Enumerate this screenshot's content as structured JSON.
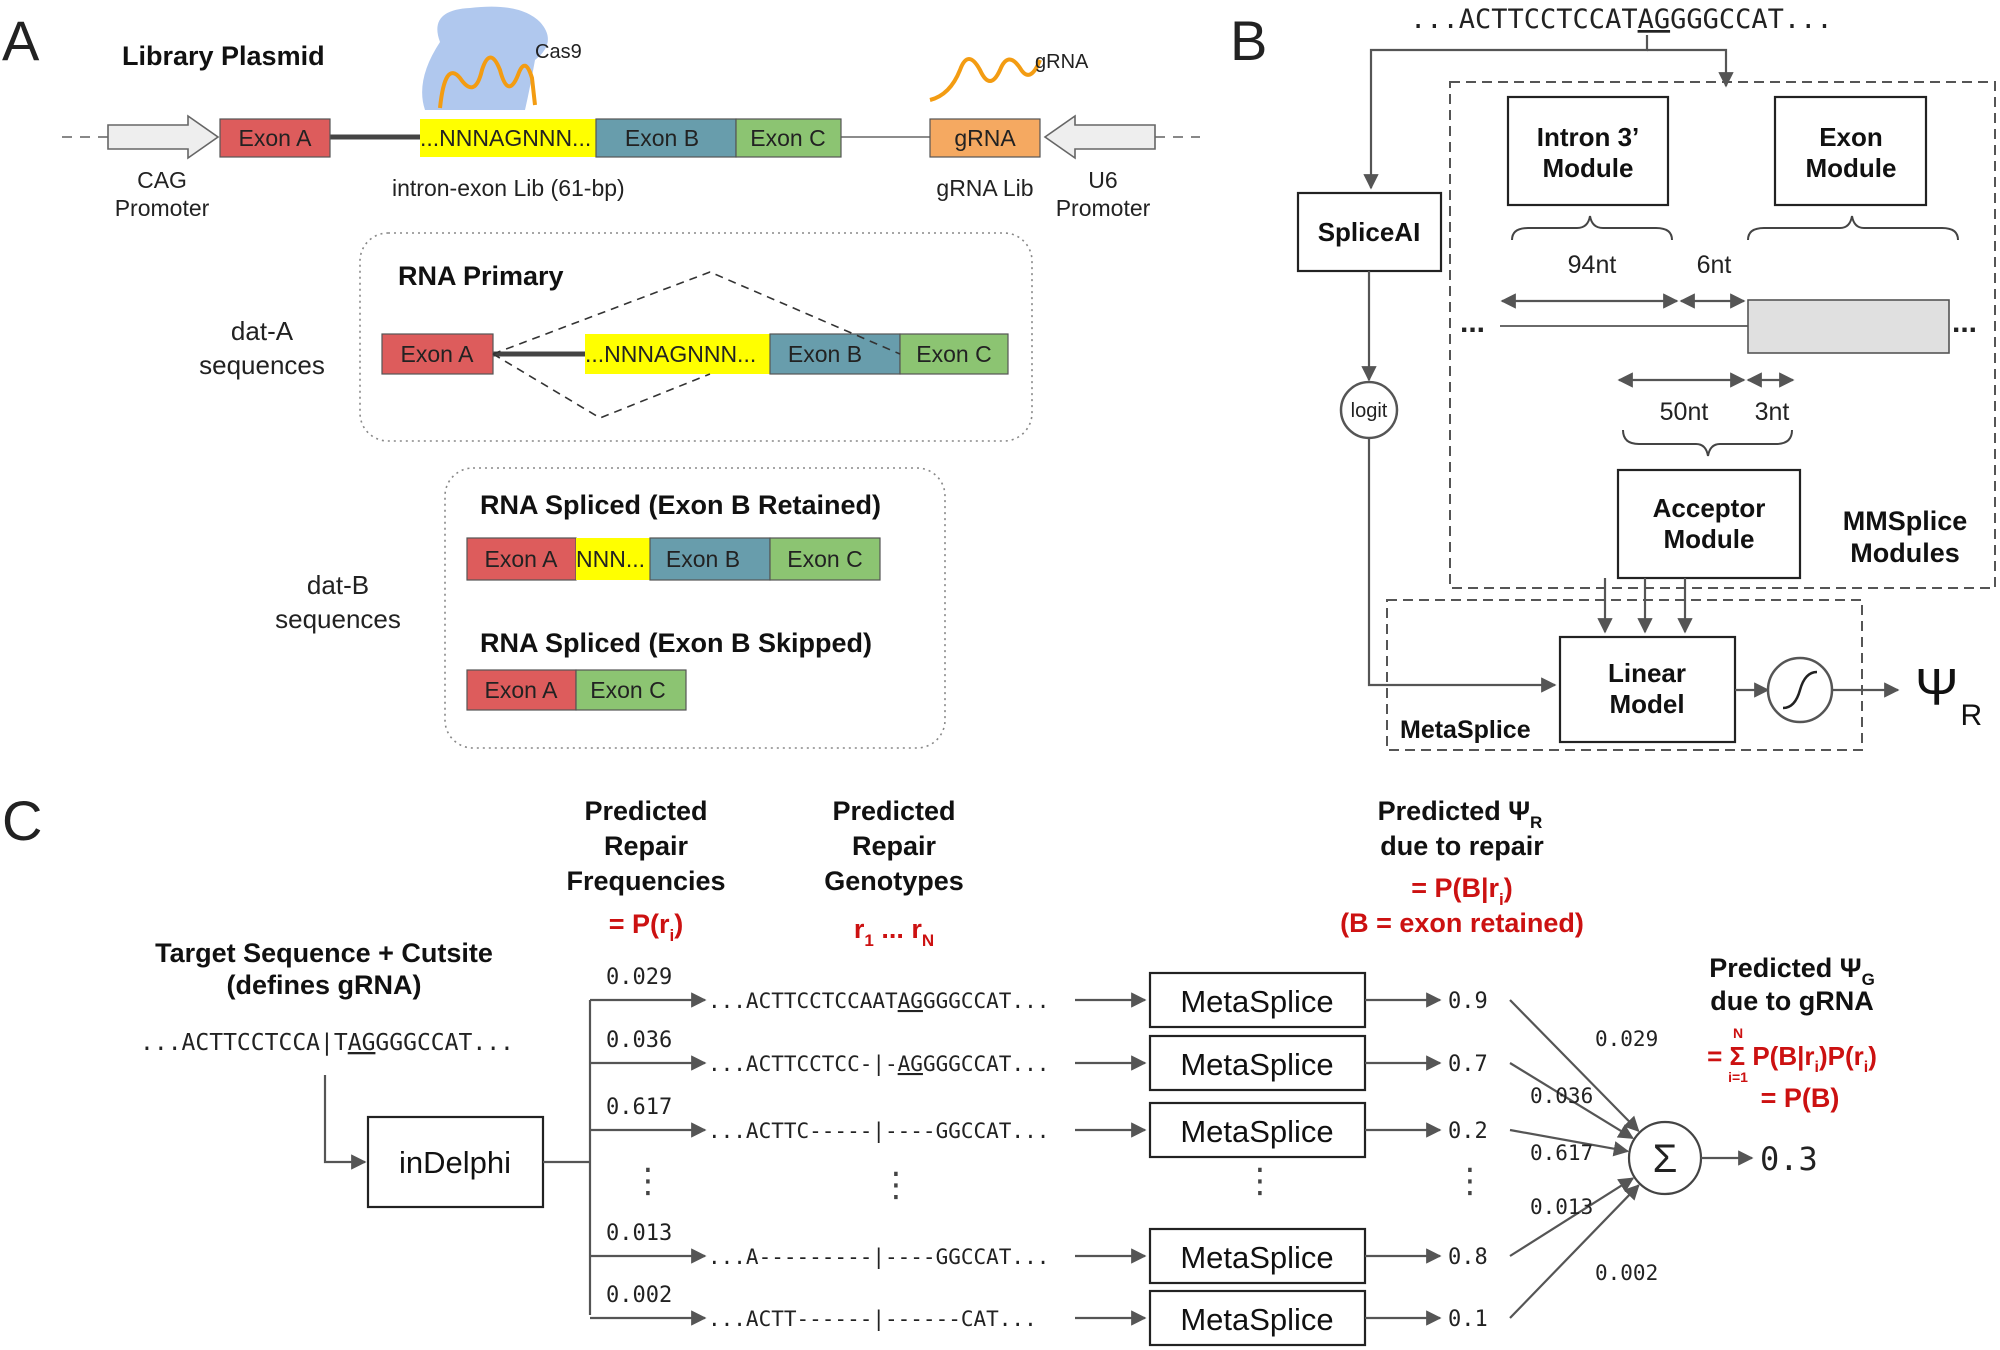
{
  "panel_a": {
    "letter": "A",
    "plasmid_title": "Library Plasmid",
    "cas9": "Cas9",
    "grna_top": "gRNA",
    "exon_a": "Exon A",
    "nnn_long": "...NNNAGNNN...",
    "exon_b": "Exon B",
    "exon_c": "Exon C",
    "grna_box": "gRNA",
    "cag_1": "CAG",
    "cag_2": "Promoter",
    "lib_caption": "intron-exon Lib (61-bp)",
    "grna_lib": "gRNA Lib",
    "u6_1": "U6",
    "u6_2": "Promoter",
    "rna_primary": "RNA Primary",
    "data_a_1": "dat-A",
    "data_a_2": "sequences",
    "rna_retained": "RNA Spliced (Exon B Retained)",
    "nnn_short": "NNN...",
    "rna_skipped": "RNA Spliced (Exon B Skipped)",
    "data_b_1": "dat-B",
    "data_b_2": "sequences"
  },
  "panel_b": {
    "letter": "B",
    "seq_pre": "...ACTTCCTCCAT",
    "seq_ag": "AG",
    "seq_post": "GGGCCAT...",
    "spliceai": "SpliceAI",
    "logit": "logit",
    "intron_1": "Intron 3’",
    "intron_2": "Module",
    "exon_1": "Exon",
    "exon_2": "Module",
    "nt94": "94nt",
    "nt6": "6nt",
    "nt50": "50nt",
    "nt3": "3nt",
    "dots": "...",
    "acceptor_1": "Acceptor",
    "acceptor_2": "Module",
    "mmsplice_1": "MMSplice",
    "mmsplice_2": "Modules",
    "linear_1": "Linear",
    "linear_2": "Model",
    "metasplice": "MetaSplice",
    "psi": "Ψ",
    "psi_sub": "R"
  },
  "panel_c": {
    "letter": "C",
    "target_1": "Target Sequence + Cutsite",
    "target_2": "(defines gRNA)",
    "target_pre": "...ACTTCCTCCA|T",
    "target_ag": "AG",
    "target_post": "GGGCCAT...",
    "indelphi": "inDelphi",
    "freq_h1": "Predicted",
    "freq_h2": "Repair",
    "freq_h3": "Frequencies",
    "freq_eq": "= P(r",
    "freq_sub": "i",
    "freq_close": ")",
    "geno_h1": "Predicted",
    "geno_h2": "Repair",
    "geno_h3": "Genotypes",
    "geno_r1": "r",
    "geno_s1": "1",
    "geno_mid": " ... r",
    "geno_sN": "N",
    "psir_h1": "Predicted Ψ",
    "psir_sub": "R",
    "psir_h2": "due to repair",
    "psir_eq1": "= P(B|r",
    "psir_eq1_sub": "i",
    "psir_eq1_close": ")",
    "psir_eq2": "(B = exon retained)",
    "psig_h1": "Predicted Ψ",
    "psig_sub": "G",
    "psig_h2": "due to gRNA",
    "sum_eq": "= Σ P(B|r",
    "sum_eq_sub": "i",
    "sum_eq_mid": ")P(r",
    "sum_eq_sub2": "i",
    "sum_eq_close": ")",
    "sum_top": "N",
    "sum_bottom": "i=1",
    "pb": "= P(B)",
    "metasplice": "MetaSplice",
    "sigma": "Σ",
    "result": "0.3",
    "vdots": "⋮",
    "rows": [
      {
        "freq": "0.029",
        "geno_pre": "...ACTTCCTCCAAT",
        "geno_ag": "AG",
        "geno_post": "GGGCCAT...",
        "psi": "0.9",
        "weight": "0.029"
      },
      {
        "freq": "0.036",
        "geno_pre": "...ACTTCCTCC-|-",
        "geno_ag": "AG",
        "geno_post": "GGGCCAT...",
        "psi": "0.7",
        "weight": "0.036"
      },
      {
        "freq": "0.617",
        "geno_pre": "...ACTTC-----|----GGCCAT...",
        "geno_ag": "",
        "geno_post": "",
        "psi": "0.2",
        "weight": "0.617"
      },
      {
        "freq": "0.013",
        "geno_pre": "...A---------|----GGCCAT...",
        "geno_ag": "",
        "geno_post": "",
        "psi": "0.8",
        "weight": "0.013"
      },
      {
        "freq": "0.002",
        "geno_pre": "...ACTT------|------CAT...",
        "geno_ag": "",
        "geno_post": "",
        "psi": "0.1",
        "weight": "0.002"
      }
    ]
  },
  "colors": {
    "exon_a": "#dd5c5c",
    "exon_b": "#689dac",
    "exon_c": "#8cc472",
    "nnn": "#ffff00",
    "grna": "#f5a961",
    "cas9": "#b0c8ee",
    "rna_strand": "#f39c12",
    "accent_red": "#cc1111"
  }
}
